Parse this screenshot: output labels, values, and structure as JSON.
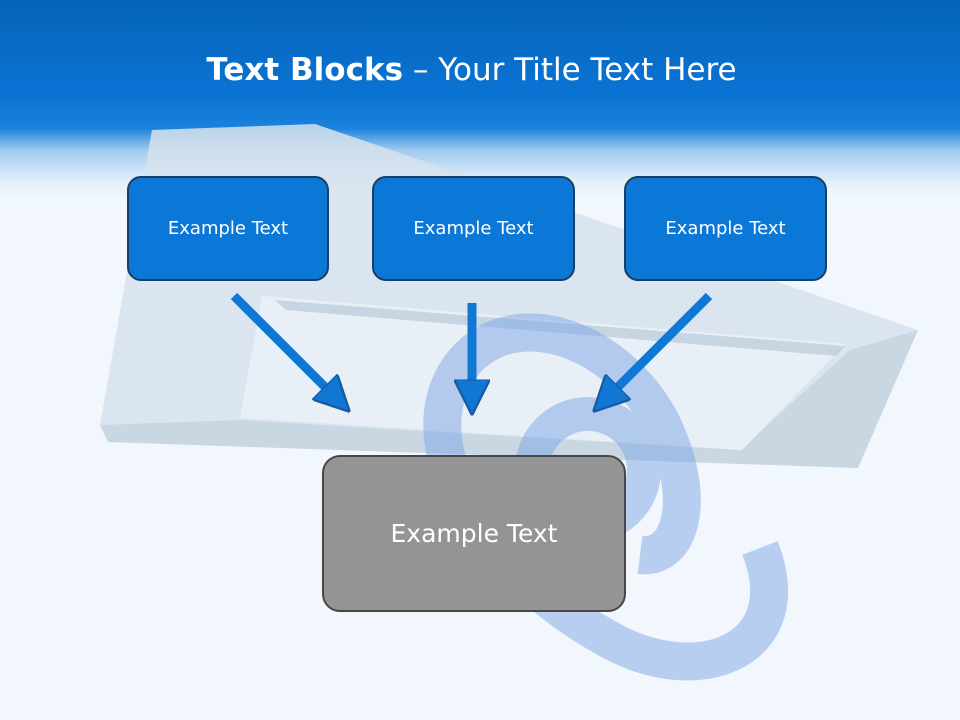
{
  "slide": {
    "title_bold": "Text Blocks",
    "title_dash": "–",
    "title_rest": "Your Title Text Here"
  },
  "diagram": {
    "top_boxes": [
      {
        "label": "Example Text"
      },
      {
        "label": "Example Text"
      },
      {
        "label": "Example Text"
      }
    ],
    "bottom_box": {
      "label": "Example Text"
    }
  },
  "colors": {
    "header_blue": "#0a74d4",
    "box_blue": "#0b78d8",
    "box_gray": "#949494",
    "arrow_blue": "#1077d4",
    "background": "#f1f7fc"
  },
  "icons": {
    "background_art": "email-at-sign-envelope"
  }
}
